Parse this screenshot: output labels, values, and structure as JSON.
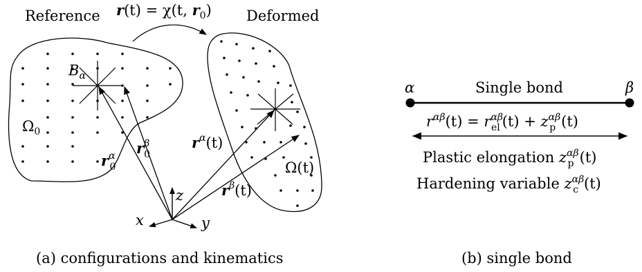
{
  "panel_a": {
    "reference_label": "Reference",
    "deformed_label": "Deformed",
    "map_label": {
      "lhs": "r",
      "arg": "(t) = χ(t, ",
      "r0": "r",
      "sub0": "0",
      "close": ")"
    },
    "B_alpha": {
      "base": "B",
      "sub": "α"
    },
    "omega0": {
      "base": "Ω",
      "sub": "0"
    },
    "omega_t": "Ω(t)",
    "r0_alpha": {
      "base": "r",
      "sub": "0",
      "sup": "α"
    },
    "r0_beta": {
      "base": "r",
      "sub": "0",
      "sup": "β"
    },
    "r_alpha_t": {
      "base": "r",
      "sup": "α",
      "tail": "(t)"
    },
    "r_beta_t": {
      "base": "r",
      "sup": "β",
      "tail": "(t)"
    },
    "axis_x": "x",
    "axis_y": "y",
    "axis_z": "z",
    "caption": "(a) configurations and kinematics"
  },
  "panel_b": {
    "alpha": "α",
    "beta": "β",
    "bond_title": "Single bond",
    "equation": {
      "r": "r",
      "sup_ab": "αβ",
      "t_eq": "(t) = ",
      "r_el": "r",
      "sub_el": "el",
      "plus": "(t) + ",
      "z_p": "z",
      "sub_p": "p",
      "t_end": "(t)"
    },
    "plastic_label": "Plastic elongation ",
    "hardening_label": "Hardening variable ",
    "z_c": {
      "base": "z",
      "sub": "c"
    },
    "z_p2": {
      "base": "z",
      "sub": "p"
    },
    "t": "(t)",
    "caption": "(b) single bond"
  },
  "colors": {
    "ink": "#000000",
    "background": "#ffffff"
  }
}
